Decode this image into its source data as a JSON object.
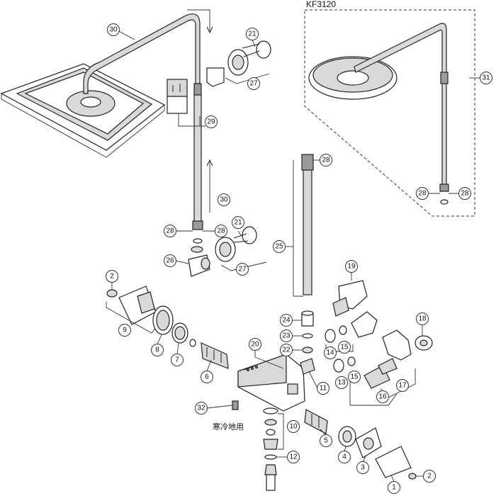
{
  "model_label": "KF3120",
  "coldzone_label": "寒冷地用",
  "callouts": {
    "c30a": "30",
    "c21a": "21",
    "c27a": "27",
    "c29": "29",
    "c30b": "30",
    "c21b": "21",
    "c27b": "27",
    "c28a": "28",
    "c28b": "28",
    "c26": "26",
    "c31": "31",
    "c28c": "28",
    "c28d": "28",
    "c28e": "28",
    "c25": "25",
    "c19": "19",
    "c2a": "2",
    "c9": "9",
    "c8": "8",
    "c7": "7",
    "c6": "6",
    "c24": "24",
    "c23": "23",
    "c22": "22",
    "c20": "20",
    "c14": "14",
    "c15a": "15",
    "c15b": "15",
    "c13": "13",
    "c11": "11",
    "c16": "16",
    "c17": "17",
    "c18": "18",
    "c32": "32",
    "c10": "10",
    "c12": "12",
    "c5": "5",
    "c4": "4",
    "c3": "3",
    "c2b": "2",
    "c1": "1"
  }
}
